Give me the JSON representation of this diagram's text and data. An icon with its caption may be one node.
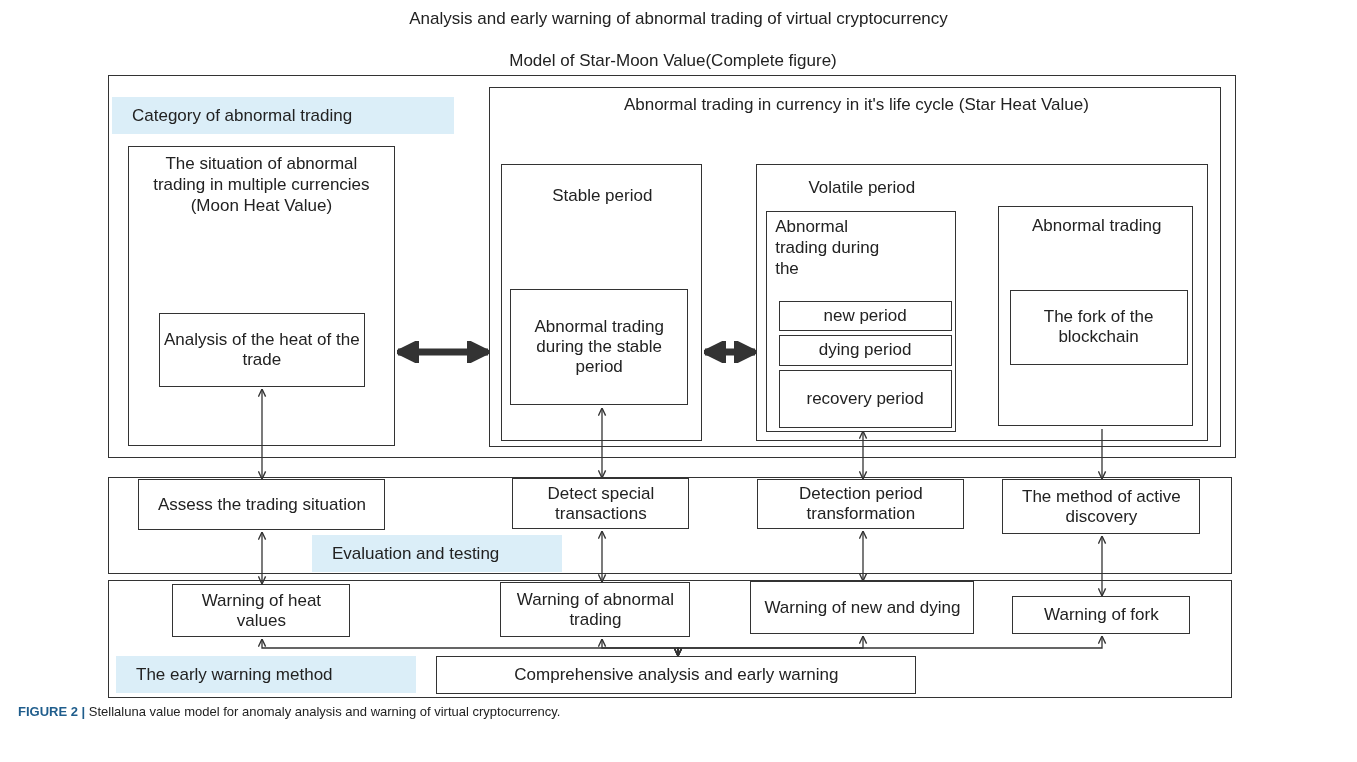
{
  "diagram": {
    "title": "Analysis and early warning of abnormal trading of virtual cryptocurrency",
    "caption": "**FIGURE 2 |** Stellaluna value model for anomaly analysis and warning of virtual cryptocurrency.",
    "nodes": [
      {
        "text": [
          "Model of Star-Moon Value(Complete figure)",
          "Category of abnormal trading"
        ]
      },
      {
        "text": [
          "The situation of abnormal trading in multiple currencies (Moon Heat Value)"
        ],
        "in": 0
      },
      {
        "text": [
          "Analysis of the heat of the trade"
        ],
        "in": 1
      },
      {
        "text": [
          "Abnormal trading in currency in it's life cycle (Star Heat Value)"
        ],
        "in": 0
      },
      {
        "text": [
          "Stable period"
        ],
        "in": 3
      },
      {
        "text": [
          "Abnormal trading during the stable period"
        ],
        "in": 4
      },
      {
        "text": [
          "Volatile period"
        ],
        "in": 3
      },
      {
        "text": [
          "Abnormal trading during the"
        ],
        "in": 6
      },
      {
        "text": [
          "new period"
        ],
        "in": 7
      },
      {
        "text": [
          "dying period"
        ],
        "in": 7
      },
      {
        "text": [
          "recovery period"
        ],
        "in": 7
      },
      {
        "text": [
          "Abnormal trading"
        ],
        "in": 6
      },
      {
        "text": [
          "The fork of the blockchain"
        ],
        "in": 11
      },
      {
        "text": [
          "Evaluation and testing"
        ]
      },
      {
        "text": [
          "Assess the trading situation"
        ],
        "in": 13
      },
      {
        "text": [
          "Detect special transactions"
        ],
        "in": 13
      },
      {
        "text": [
          "Detection period transformation"
        ],
        "in": 13
      },
      {
        "text": [
          "The method of active discovery"
        ],
        "in": 13
      },
      {
        "text": [
          "The early warning method"
        ]
      },
      {
        "text": [
          "Warning of heat values"
        ],
        "in": 18
      },
      {
        "text": [
          "Warning of abnormal trading"
        ],
        "in": 18
      },
      {
        "text": [
          "Warning of new and dying"
        ],
        "in": 18
      },
      {
        "text": [
          "Warning of fork"
        ],
        "in": 18
      },
      {
        "text": [
          "Comprehensive analysis and early warning"
        ],
        "in": 18
      }
    ],
    "edges": [
      {
        "from": 1,
        "to": 3,
        "arrow": "both",
        "style": "thick"
      },
      {
        "from": 4,
        "to": 6,
        "arrow": "both",
        "style": "thick"
      },
      {
        "from": 2,
        "to": 14,
        "arrow": "both"
      },
      {
        "from": 5,
        "to": 15,
        "arrow": "both"
      },
      {
        "from": 10,
        "to": 16,
        "arrow": "both"
      },
      {
        "from": 11,
        "to": 17,
        "arrow": "to"
      },
      {
        "from": 14,
        "to": 19,
        "arrow": "both"
      },
      {
        "from": 15,
        "to": 20,
        "arrow": "both"
      },
      {
        "from": 16,
        "to": 21,
        "arrow": "both"
      },
      {
        "from": 17,
        "to": 22,
        "arrow": "both"
      },
      {
        "from": 19,
        "to": 23,
        "arrow": "both"
      },
      {
        "from": 20,
        "to": 23,
        "arrow": "both"
      },
      {
        "from": 21,
        "to": 23,
        "arrow": "both"
      },
      {
        "from": 22,
        "to": 23,
        "arrow": "both"
      }
    ]
  }
}
